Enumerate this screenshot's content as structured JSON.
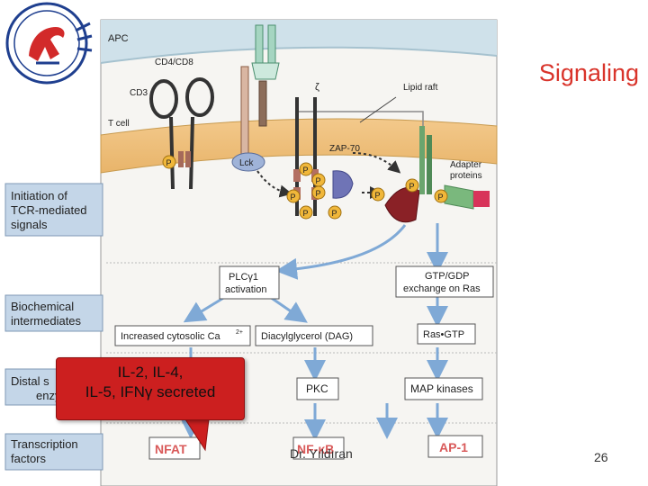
{
  "slide": {
    "title": "Signaling",
    "footer_author": "Dr. Yıldıran",
    "page_number": "26"
  },
  "callout": {
    "line1": "IL-2, IL-4,",
    "line2": "IL-5, IFNγ secreted"
  },
  "diagram": {
    "apc_label": "APC",
    "cd4_label": "CD4/CD8",
    "cd3_label": "CD3",
    "zeta_label": "ζ",
    "lipid_raft_label": "Lipid raft",
    "tcell_label": "T cell",
    "zap70_label": "ZAP-70",
    "lck_label": "Lck",
    "adapter_label_1": "Adapter",
    "adapter_label_2": "proteins",
    "phospho_label": "P",
    "side_labels": {
      "initiation": [
        "Initiation of",
        "TCR-mediated",
        "signals"
      ],
      "biochemical": [
        "Biochemical",
        "intermediates"
      ],
      "distal": [
        "Distal s",
        "enzy"
      ],
      "transcription": [
        "Transcription",
        "factors"
      ]
    },
    "boxes": {
      "plc_line1": "PLCγ1",
      "plc_line2": "activation",
      "gtp_line1": "GTP/GDP",
      "gtp_line2": "exchange on Ras",
      "calcium": "Increased cytosolic Ca",
      "calcium_sup": "2+",
      "dag": "Diacylglycerol  (DAG)",
      "ras_gtp": "Ras•GTP",
      "pkc": "PKC",
      "map": "MAP kinases",
      "nfat": "NFAT",
      "nfkb": "NF-κB",
      "ap1": "AP-1"
    }
  }
}
